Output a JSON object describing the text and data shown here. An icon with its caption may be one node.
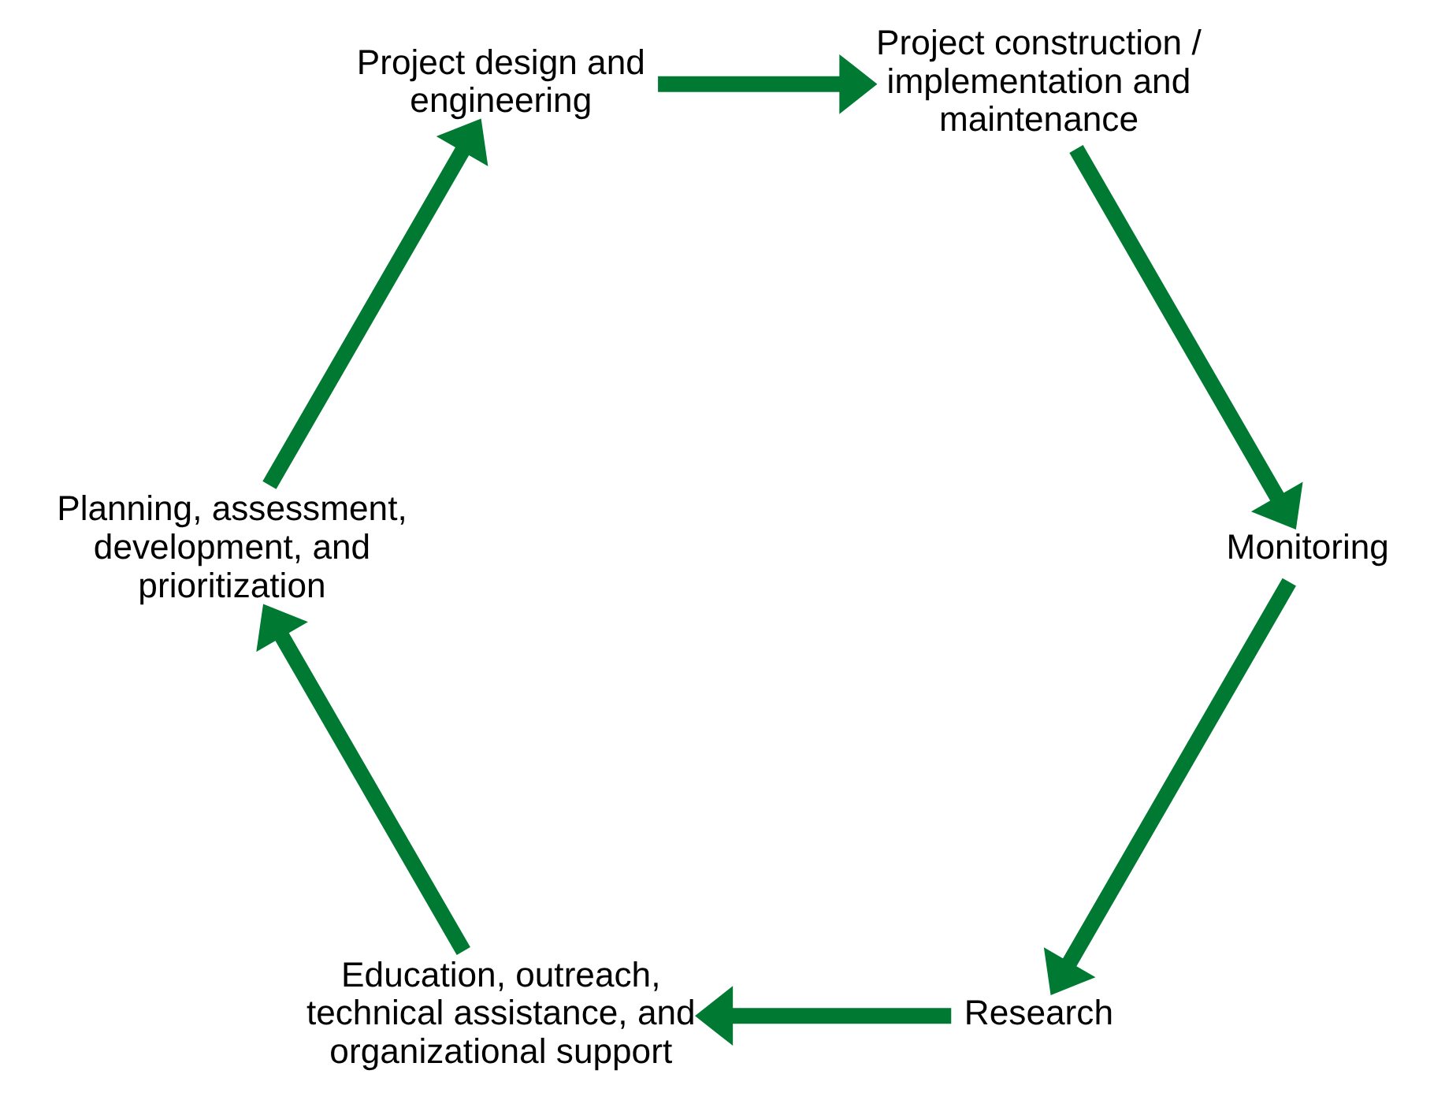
{
  "diagram": {
    "nodes": [
      {
        "text": [
          "Research"
        ]
      },
      {
        "text": [
          "Education, outreach, technical assistance, and organizational support"
        ]
      },
      {
        "text": [
          "Planning, assessment, development, and prioritization"
        ]
      },
      {
        "text": [
          "Project design and engineering"
        ]
      },
      {
        "text": [
          "Project construction / implementation and maintenance"
        ]
      },
      {
        "text": [
          "Monitoring"
        ]
      }
    ],
    "edges": [
      {
        "from": 0,
        "to": 1,
        "arrow": "to"
      },
      {
        "from": 1,
        "to": 2,
        "arrow": "to"
      },
      {
        "from": 2,
        "to": 3,
        "arrow": "to"
      },
      {
        "from": 3,
        "to": 4,
        "arrow": "to"
      },
      {
        "from": 4,
        "to": 5,
        "arrow": "to"
      },
      {
        "from": 5,
        "to": 0,
        "arrow": "to"
      }
    ]
  }
}
